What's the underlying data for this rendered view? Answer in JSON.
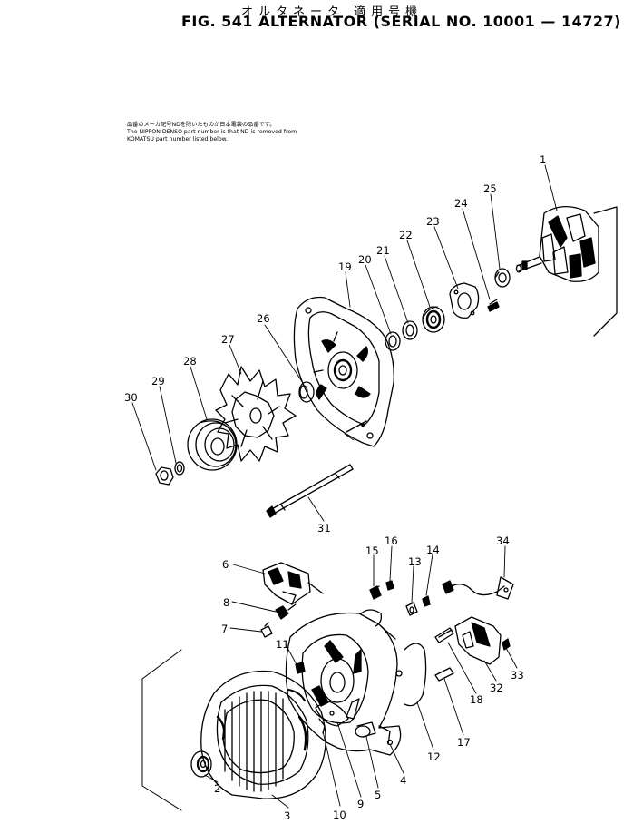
{
  "header": {
    "jp_title": "オルタネータ 適用号機",
    "en_title": "FIG. 541  ALTERNATOR (SERIAL NO. 10001 — 14727)"
  },
  "note": {
    "line1": "品番のメーカ記号NDを除いたものが日本電装の品番です。",
    "line2": "The NIPPON DENSO part number is that ND is removed from",
    "line3": "KOMATSU part number listed below."
  },
  "callouts": [
    "1",
    "2",
    "3",
    "4",
    "5",
    "6",
    "7",
    "8",
    "9",
    "10",
    "11",
    "12",
    "13",
    "14",
    "15",
    "16",
    "17",
    "18",
    "19",
    "20",
    "21",
    "22",
    "23",
    "24",
    "25",
    "26",
    "27",
    "28",
    "29",
    "30",
    "31",
    "32",
    "33",
    "34"
  ]
}
